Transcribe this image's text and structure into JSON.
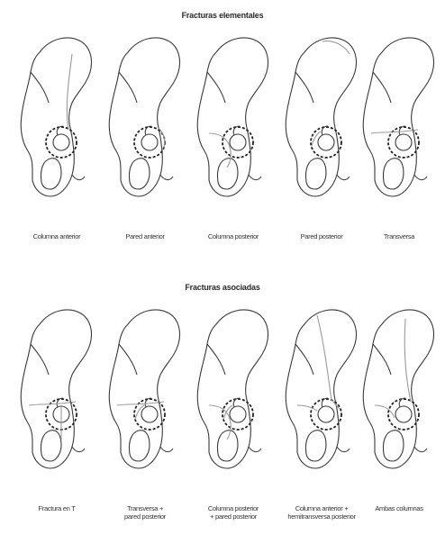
{
  "sections": [
    {
      "title": "Fracturas elementales",
      "figures": [
        {
          "label": "Columna anterior",
          "fracture": "anterior-column"
        },
        {
          "label": "Pared anterior",
          "fracture": "anterior-wall"
        },
        {
          "label": "Columna posterior",
          "fracture": "posterior-column"
        },
        {
          "label": "Pared posterior",
          "fracture": "posterior-wall"
        },
        {
          "label": "Transversa",
          "fracture": "transverse"
        }
      ]
    },
    {
      "title": "Fracturas asociadas",
      "figures": [
        {
          "label": "Fractura en T",
          "fracture": "t-shaped"
        },
        {
          "label": "Transversa + pared posterior",
          "line1": "Transversa +",
          "line2": "pared posterior",
          "fracture": "transverse-posterior-wall"
        },
        {
          "label": "Columna posterior + pared posterior",
          "line1": "Columna posterior",
          "line2": "+ pared posterior",
          "fracture": "posterior-column-wall"
        },
        {
          "label": "Columna anterior + hemitransversa posterior",
          "line1": "Columna anterior +",
          "line2": "hemitransversa posterior",
          "fracture": "anterior-column-hemitransverse"
        },
        {
          "label": "Ambas columnas",
          "fracture": "both-columns"
        }
      ]
    }
  ]
}
